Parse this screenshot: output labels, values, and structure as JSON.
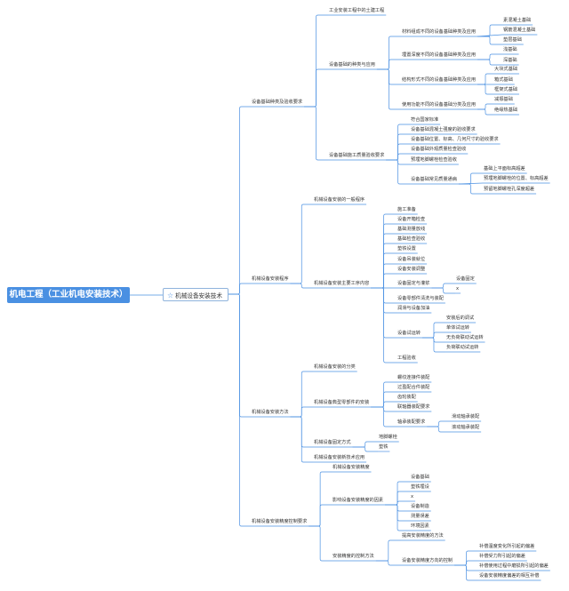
{
  "root": "机电工程（工业机电安装技术）",
  "main": "机械设备安装技术",
  "icons": {
    "main": "star-icon"
  },
  "colors": {
    "root_fill": "#4a90e2",
    "line": "#4a90e2",
    "text": "#333333"
  },
  "nodes": [
    {
      "id": "b1",
      "t": "设备基础种类及验收要求"
    },
    {
      "id": "b1a",
      "t": "工业安装工程中的土建工程"
    },
    {
      "id": "b1b",
      "t": "设备基础的种类与应用"
    },
    {
      "id": "b1b1",
      "t": "材料组成不同的设备基础种类及应用"
    },
    {
      "id": "b1b1a",
      "t": "素混凝土基础"
    },
    {
      "id": "b1b1b",
      "t": "钢筋混凝土基础"
    },
    {
      "id": "b1b1c",
      "t": "垫层基础"
    },
    {
      "id": "b1b2",
      "t": "埋置深度不同的设备基础种类及应用"
    },
    {
      "id": "b1b2a",
      "t": "浅基础"
    },
    {
      "id": "b1b2b",
      "t": "深基础"
    },
    {
      "id": "b1b3",
      "t": "结构形式不同的设备基础种类及应用"
    },
    {
      "id": "b1b3a",
      "t": "大块式基础"
    },
    {
      "id": "b1b3b",
      "t": "箱式基础"
    },
    {
      "id": "b1b3c",
      "t": "框架式基础"
    },
    {
      "id": "b1b4",
      "t": "使用功能不同的设备基础分类及应用"
    },
    {
      "id": "b1b4a",
      "t": "减振基础"
    },
    {
      "id": "b1b4b",
      "t": "绝缘热基础"
    },
    {
      "id": "b1c",
      "t": "设备基础施工质量验收要求"
    },
    {
      "id": "b1c1",
      "t": "符合国家标准"
    },
    {
      "id": "b1c2",
      "t": "设备基础混凝土强度的验收要求"
    },
    {
      "id": "b1c3",
      "t": "设备基础位置、标高、几何尺寸的验收要求"
    },
    {
      "id": "b1c4",
      "t": "设备基础外观质量检查验收"
    },
    {
      "id": "b1c5",
      "t": "预埋地脚螺栓检查验收"
    },
    {
      "id": "b1c6",
      "t": "设备基础常见质量通病"
    },
    {
      "id": "b1c6a",
      "t": "基础上平面标高超差"
    },
    {
      "id": "b1c6b",
      "t": "预埋地脚螺栓的位置、标高超差"
    },
    {
      "id": "b1c6c",
      "t": "预留地脚螺栓孔深度超差"
    },
    {
      "id": "b2",
      "t": "机械设备安装程序"
    },
    {
      "id": "b2a",
      "t": "机械设备安装的一般程序"
    },
    {
      "id": "b2b",
      "t": "机械设备安装主要工序内容"
    },
    {
      "id": "b2b1",
      "t": "施工准备"
    },
    {
      "id": "b2b2",
      "t": "设备开箱检查"
    },
    {
      "id": "b2b3",
      "t": "基础测量放线"
    },
    {
      "id": "b2b4",
      "t": "基础检查验收"
    },
    {
      "id": "b2b5",
      "t": "垫铁设置"
    },
    {
      "id": "b2b6",
      "t": "设备吊装就位"
    },
    {
      "id": "b2b7",
      "t": "设备安装调整"
    },
    {
      "id": "b2b8",
      "t": "设备固定与灌浆"
    },
    {
      "id": "b2b8a",
      "t": "设备固定"
    },
    {
      "id": "b2b8b",
      "t": "x"
    },
    {
      "id": "b2b9",
      "t": "设备零部件清洗与装配"
    },
    {
      "id": "b2b10",
      "t": "润滑与设备加油"
    },
    {
      "id": "b2b11",
      "t": "设备试运转"
    },
    {
      "id": "b2b11a",
      "t": "安装后的调试"
    },
    {
      "id": "b2b11b",
      "t": "单体试运转"
    },
    {
      "id": "b2b11c",
      "t": "无负荷联动试运转"
    },
    {
      "id": "b2b11d",
      "t": "负荷联动试运转"
    },
    {
      "id": "b2b12",
      "t": "工程验收"
    },
    {
      "id": "b3",
      "t": "机械设备安装方法"
    },
    {
      "id": "b3a",
      "t": "机械设备安装的分类"
    },
    {
      "id": "b3b",
      "t": "机械设备典型零部件的安装"
    },
    {
      "id": "b3b1",
      "t": "螺纹连接件装配"
    },
    {
      "id": "b3b2",
      "t": "过盈配合件装配"
    },
    {
      "id": "b3b3",
      "t": "齿轮装配"
    },
    {
      "id": "b3b4",
      "t": "联轴器装配要求"
    },
    {
      "id": "b3b5",
      "t": "轴承装配要求"
    },
    {
      "id": "b3b5a",
      "t": "滑动轴承装配"
    },
    {
      "id": "b3b5b",
      "t": "滚动轴承装配"
    },
    {
      "id": "b3c",
      "t": "机械设备固定方式"
    },
    {
      "id": "b3c1",
      "t": "地脚螺栓"
    },
    {
      "id": "b3c2",
      "t": "垫铁"
    },
    {
      "id": "b3d",
      "t": "机械设备安装新技术应用"
    },
    {
      "id": "b4",
      "t": "机械设备安装精度控制要求"
    },
    {
      "id": "b4a",
      "t": "机械设备安装精度"
    },
    {
      "id": "b4b",
      "t": "影响设备安装精度的因素"
    },
    {
      "id": "b4b1",
      "t": "设备基础"
    },
    {
      "id": "b4b2",
      "t": "垫铁埋设"
    },
    {
      "id": "b4b3",
      "t": "x"
    },
    {
      "id": "b4b4",
      "t": "设备制造"
    },
    {
      "id": "b4b5",
      "t": "测量误差"
    },
    {
      "id": "b4b6",
      "t": "环境因素"
    },
    {
      "id": "b4c",
      "t": "安装精度的控制方法"
    },
    {
      "id": "b4c1",
      "t": "提高安装精度的方法"
    },
    {
      "id": "b4c2",
      "t": "设备安装精度方向的控制"
    },
    {
      "id": "b4c2a",
      "t": "补偿温度变化所引起的偏差"
    },
    {
      "id": "b4c2b",
      "t": "补偿受力所引起的偏差"
    },
    {
      "id": "b4c2c",
      "t": "补偿使用过程中磨损所引起的偏差"
    },
    {
      "id": "b4c2d",
      "t": "设备安装精度偏差的相互补偿"
    }
  ]
}
